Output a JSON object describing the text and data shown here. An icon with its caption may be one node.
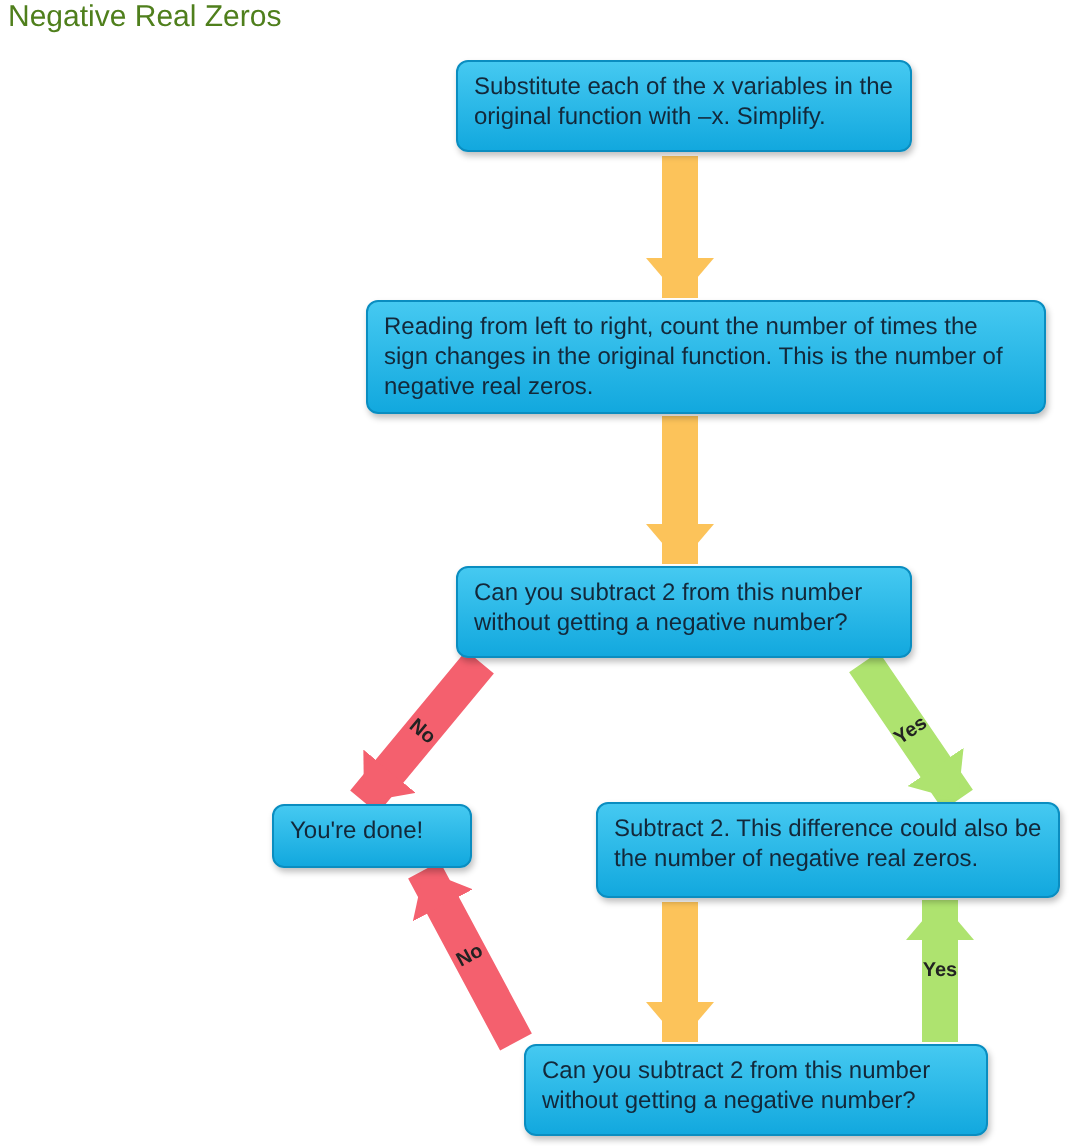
{
  "diagram": {
    "title": "Negative Real Zeros",
    "nodes": [
      {
        "text": [
          "Substitute each of the x variables in the original function with –x. Simplify."
        ]
      },
      {
        "text": [
          "Reading from left to right, count the number of times the sign changes in the original function. This is the number of negative real zeros."
        ]
      },
      {
        "text": [
          "Can you subtract 2 from this number without getting a negative number?"
        ]
      },
      {
        "text": [
          "You're done!"
        ]
      },
      {
        "text": [
          "Subtract 2. This difference could also be the number of negative real zeros."
        ]
      },
      {
        "text": [
          "Can you subtract 2 from this number without getting a negative number?"
        ]
      }
    ],
    "edges": [
      {
        "from": 0,
        "to": 1,
        "arrow": "to"
      },
      {
        "from": 1,
        "to": 2,
        "arrow": "to"
      },
      {
        "from": 2,
        "to": 3,
        "arrow": "to",
        "label": "No",
        "color": "#f4606e"
      },
      {
        "from": 2,
        "to": 4,
        "arrow": "to",
        "label": "Yes",
        "color": "#aee36f"
      },
      {
        "from": 4,
        "to": 5,
        "arrow": "to"
      },
      {
        "from": 5,
        "to": 3,
        "arrow": "to",
        "label": "No",
        "color": "#f4606e"
      },
      {
        "from": 5,
        "to": 4,
        "arrow": "to",
        "label": "Yes",
        "color": "#aee36f"
      }
    ]
  }
}
